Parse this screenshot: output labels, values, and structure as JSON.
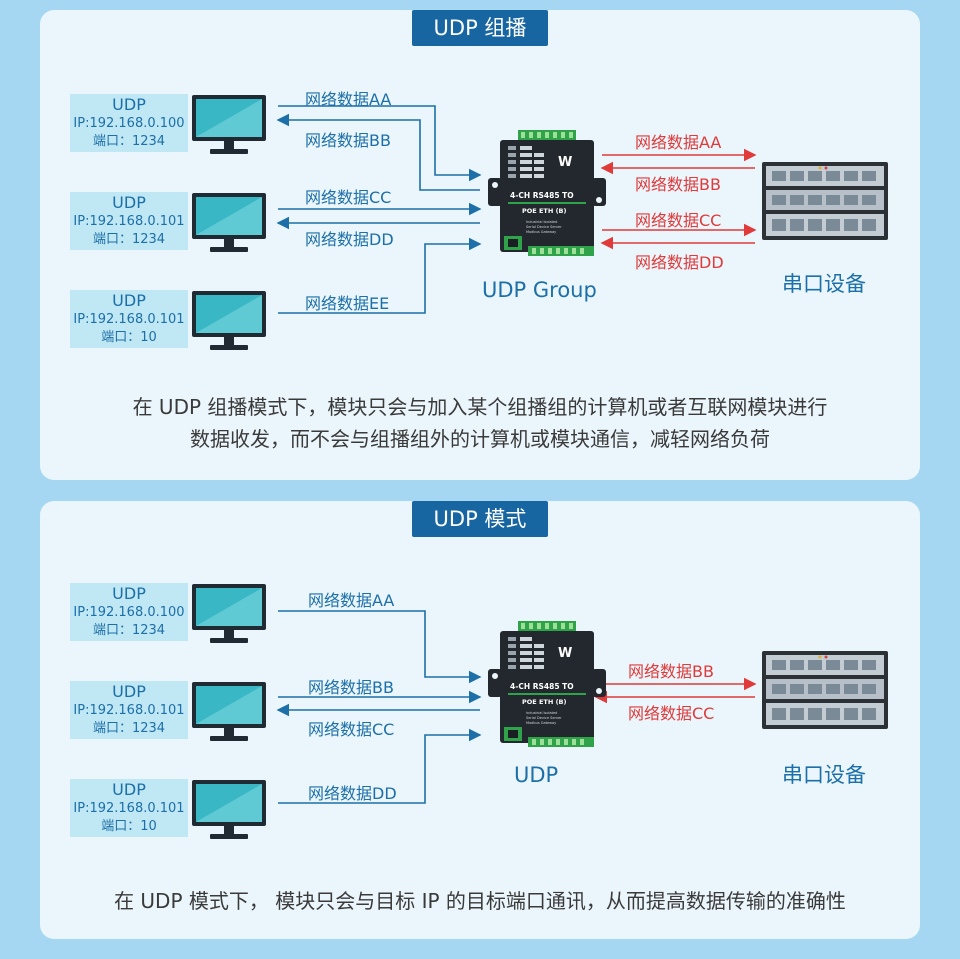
{
  "multicast": {
    "title": "UDP 组播",
    "pcs": [
      {
        "proto": "UDP",
        "ip": "IP:192.168.0.100",
        "port": "端口：1234"
      },
      {
        "proto": "UDP",
        "ip": "IP:192.168.0.101",
        "port": "端口：1234"
      },
      {
        "proto": "UDP",
        "ip": "IP:192.168.0.101",
        "port": "端口：10"
      }
    ],
    "left_labels": [
      "网络数据AA",
      "网络数据BB",
      "网络数据CC",
      "网络数据DD",
      "网络数据EE"
    ],
    "right_labels": [
      "网络数据AA",
      "网络数据BB",
      "网络数据CC",
      "网络数据DD"
    ],
    "device_name": "UDP Group",
    "server_name": "串口设备",
    "caption_line1": "在 UDP 组播模式下，模块只会与加入某个组播组的计算机或者互联网模块进行",
    "caption_line2": "数据收发，而不会与组播组外的计算机或模块通信，减轻网络负荷"
  },
  "unicast": {
    "title": "UDP 模式",
    "pcs": [
      {
        "proto": "UDP",
        "ip": "IP:192.168.0.100",
        "port": "端口：1234"
      },
      {
        "proto": "UDP",
        "ip": "IP:192.168.0.101",
        "port": "端口：1234"
      },
      {
        "proto": "UDP",
        "ip": "IP:192.168.0.101",
        "port": "端口：10"
      }
    ],
    "left_labels": [
      "网络数据AA",
      "网络数据BB",
      "网络数据CC",
      "网络数据DD"
    ],
    "right_labels": [
      "网络数据BB",
      "网络数据CC"
    ],
    "device_name": "UDP",
    "server_name": "串口设备",
    "caption": "在 UDP 模式下， 模块只会与目标 IP 的目标端口通讯，从而提高数据传输的准确性"
  },
  "device_text": {
    "model": "4-CH RS485 TO",
    "model2": "POE ETH (B)",
    "desc1": "Industrial Isolated",
    "desc2": "Serial Device Server",
    "desc3": "Modbus Gateway"
  },
  "colors": {
    "accent": "#1766a1",
    "blue_text": "#1d6fa8",
    "red": "#e03a3a",
    "panel": "#eaf6fc",
    "background": "#a5d6f2"
  }
}
